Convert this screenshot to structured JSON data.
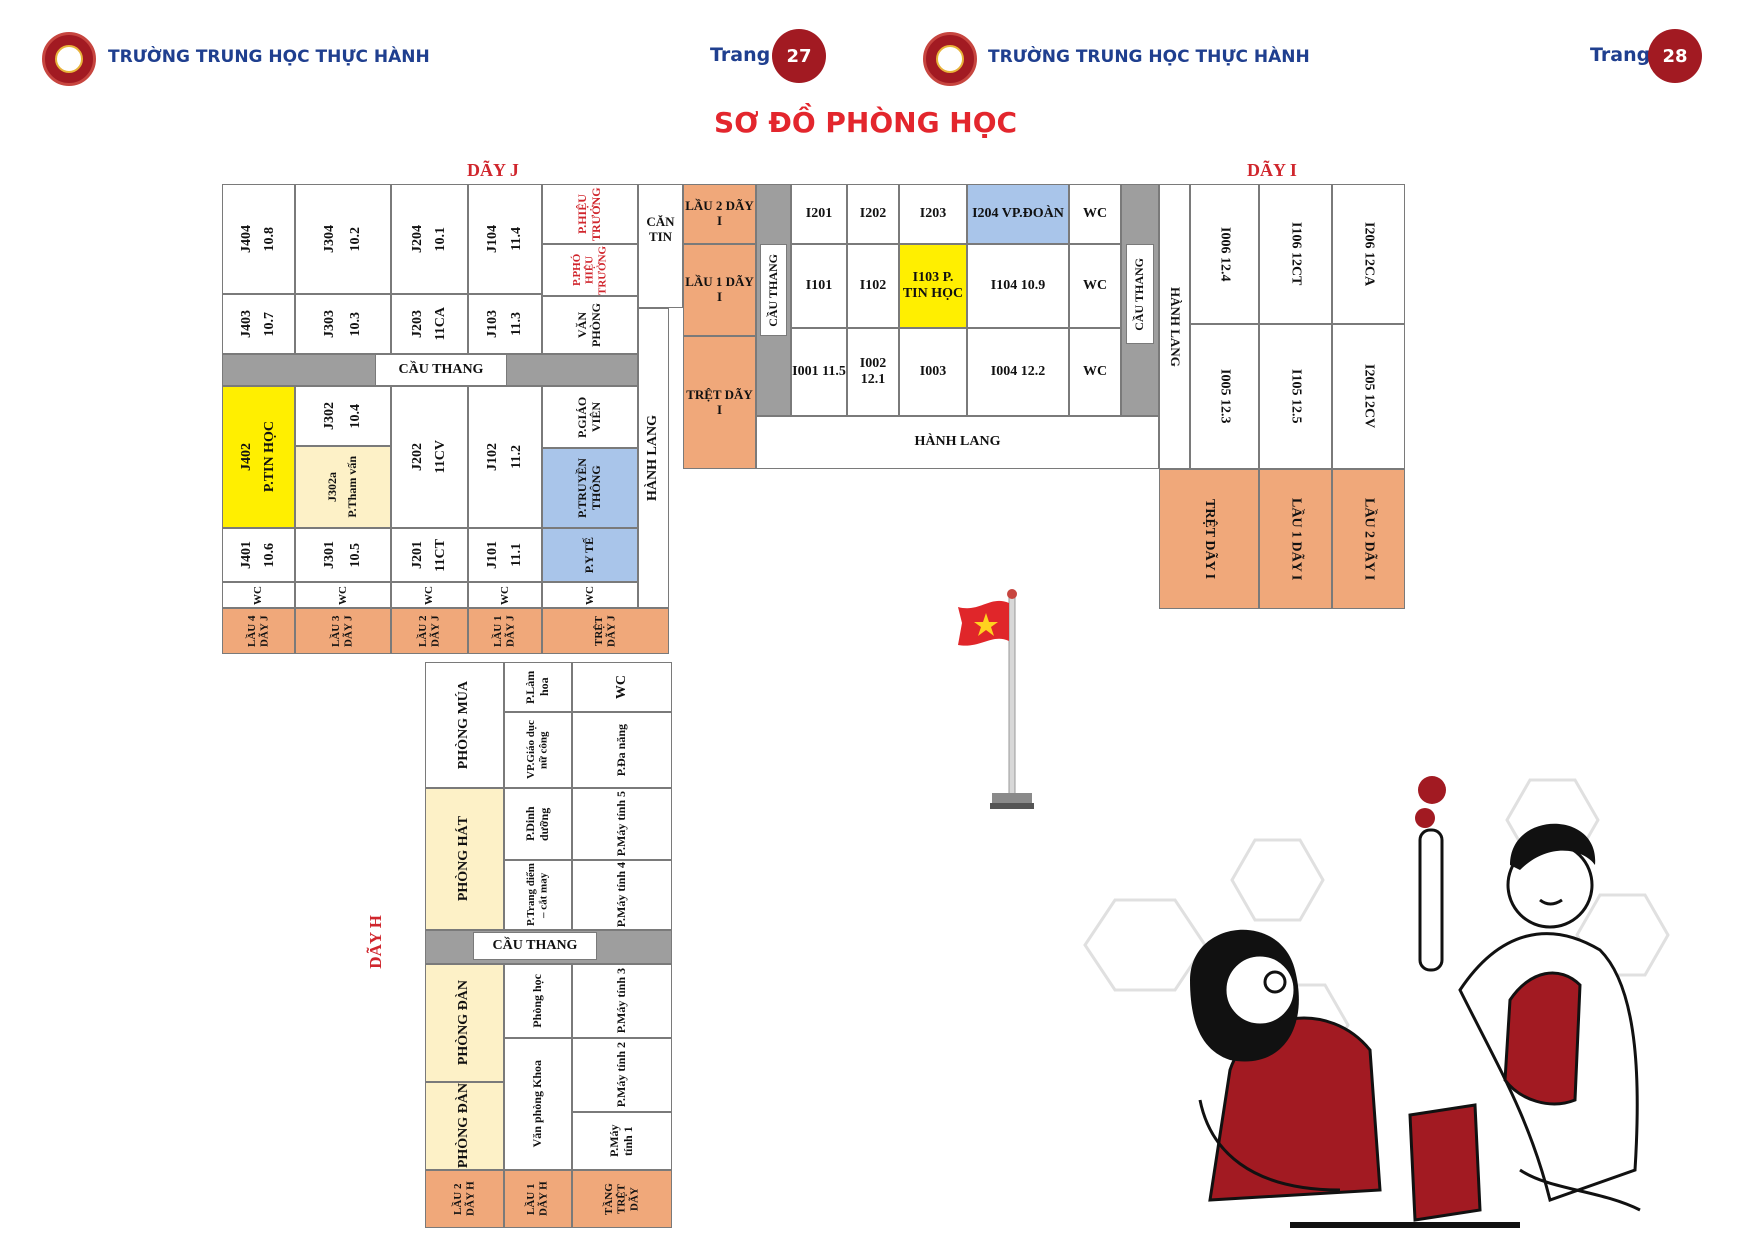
{
  "header_left": {
    "school": "TRƯỜNG TRUNG HỌC THỰC HÀNH",
    "trang_label": "Trang",
    "page_number": "27"
  },
  "header_right": {
    "school": "TRƯỜNG TRUNG HỌC THỰC HÀNH",
    "trang_label": "Trang",
    "page_number": "28"
  },
  "page_title": "SƠ ĐỒ PHÒNG HỌC",
  "colors": {
    "brand_blue": "#1f3f8f",
    "accent_red": "#a21a22",
    "title_red": "#e3262d",
    "floor_orange": "#f0a87a",
    "highlight_yellow": "#ffef00",
    "office_blue": "#a9c5ea"
  },
  "day_j": {
    "label": "DÃY J",
    "j404": "J404",
    "j404c": "10.8",
    "j304": "J304",
    "j304c": "10.2",
    "j204": "J204",
    "j204c": "10.1",
    "j104": "J104",
    "j104c": "11.4",
    "hieu_truong": "P.HIỆU TRƯỞNG",
    "pho_hieu_truong": "P.PHÓ HIỆU TRƯỞNG",
    "can_tin": "CĂN TIN",
    "j403": "J403",
    "j403c": "10.7",
    "j303": "J303",
    "j303c": "10.3",
    "j203": "J203",
    "j203c": "11CA",
    "j103": "J103",
    "j103c": "11.3",
    "van_phong": "VĂN PHÒNG",
    "cau_thang": "CẦU THANG",
    "hanh_lang": "HÀNH LANG",
    "j402": "J402",
    "j402c": "P.TIN HỌC",
    "j302": "J302",
    "j302c": "10.4",
    "j302a": "J302a",
    "j302ac": "P.Tham vấn",
    "j202": "J202",
    "j202c": "11CV",
    "j102": "J102",
    "j102c": "11.2",
    "giao_vien": "P.GIÁO VIÊN",
    "truyen_thong": "P.TRUYỀN THÔNG",
    "j401": "J401",
    "j401c": "10.6",
    "j301": "J301",
    "j301c": "10.5",
    "j201": "J201",
    "j201c": "11CT",
    "j101": "J101",
    "j101c": "11.1",
    "y_te": "P.Y TẾ",
    "wc": "WC",
    "lau4": "LẦU 4 DÃY J",
    "lau3": "LẦU 3 DÃY J",
    "lau2": "LẦU 2 DÃY J",
    "lau1": "LẦU 1 DÃY J",
    "tret": "TRỆT DÃY J"
  },
  "day_i": {
    "label": "DÃY I",
    "lau2": "LẦU 2 DÃY I",
    "lau1": "LẦU 1 DÃY I",
    "tret": "TRỆT DÃY I",
    "i201": "I201",
    "i202": "I202",
    "i203": "I203",
    "i204": "I204 VP.ĐOÀN",
    "i101": "I101",
    "i102": "I102",
    "i103": "I103 P. TIN HỌC",
    "i104": "I104 10.9",
    "i001": "I001 11.5",
    "i002": "I002 12.1",
    "i003": "I003",
    "i004": "I004 12.2",
    "wc": "WC",
    "cau_thang": "CẦU THANG",
    "hanh_lang": "HÀNH LANG",
    "i006": "I006 12.4",
    "i106": "I106 12CT",
    "i206": "I206 12CA",
    "i005": "I005 12.3",
    "i105": "I105 12.5",
    "i205": "I205 12CV",
    "tret_v": "TRỆT DÃY I",
    "lau1_v": "LẦU 1 DÃY I",
    "lau2_v": "LẦU 2 DÃY I"
  },
  "day_h": {
    "label": "DÃY H",
    "phong_mua": "PHÒNG MÚA",
    "lam_hoa": "P.Làm hoa",
    "wc": "WC",
    "gd_nu_cong": "VP.Giáo dục nữ công",
    "da_nang": "P.Đa năng",
    "phong_hat": "PHÒNG HÁT",
    "dinh_duong": "P.Dinh dưỡng",
    "may_tinh5": "P.Máy tính 5",
    "trang_diem": "P.Trang điểm – cắt may",
    "may_tinh4": "P.Máy tính 4",
    "cau_thang": "CẦU THANG",
    "phong_dan1": "PHÒNG ĐÀN",
    "phong_hoc": "Phòng học",
    "may_tinh3": "P.Máy tính 3",
    "van_phong_khoa": "Văn phòng Khoa",
    "may_tinh2": "P.Máy tính 2",
    "phong_dan2": "PHÒNG ĐÀN",
    "may_tinh1": "P.Máy tính 1",
    "lau2": "LẦU 2 DÃY H",
    "lau1": "LẦU 1 DÃY H",
    "tret": "TẦNG TRỆT DÃY"
  }
}
